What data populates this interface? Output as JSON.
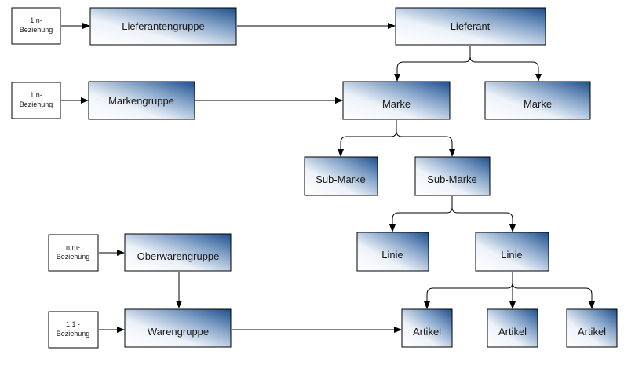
{
  "nodes": {
    "lieferantengruppe": "Lieferantengruppe",
    "lieferant": "Lieferant",
    "markengruppe": "Markengruppe",
    "marke_1": "Marke",
    "marke_2": "Marke",
    "sub_marke_1": "Sub-Marke",
    "sub_marke_2": "Sub-Marke",
    "linie_1": "Linie",
    "linie_2": "Linie",
    "oberwarengruppe": "Oberwarengruppe",
    "warengruppe": "Warengruppe",
    "artikel_1": "Artikel",
    "artikel_2": "Artikel",
    "artikel_3": "Artikel"
  },
  "notes": {
    "note_1": [
      "1:n-",
      "Beziehung"
    ],
    "note_2": [
      "1:n-",
      "Beziehung"
    ],
    "note_3": [
      "n:m-",
      "Beziehung"
    ],
    "note_4": [
      "1:1 -",
      "Beziehung"
    ]
  },
  "colors": {
    "gradient_light": "#ffffff",
    "gradient_dark": "#1e4f8a",
    "border": "#000000"
  }
}
